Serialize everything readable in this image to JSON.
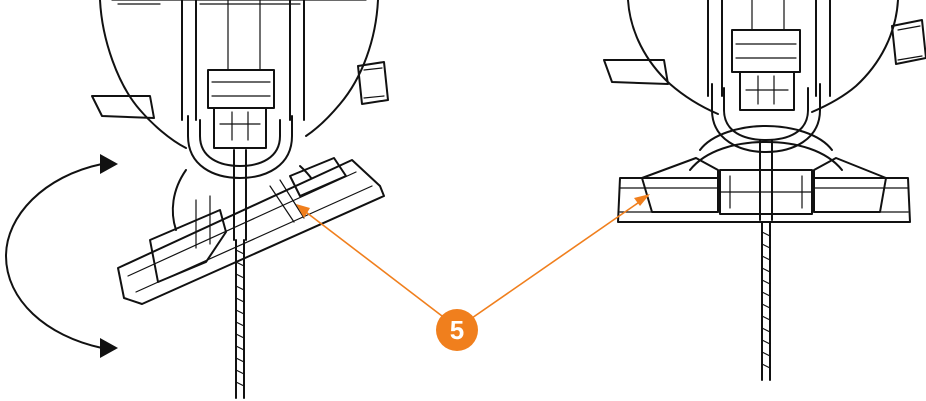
{
  "callout": {
    "number": "5",
    "color": "#f07f1d"
  },
  "icons": {
    "rotation": "curved-double-arrow-icon"
  },
  "views": [
    {
      "name": "jigsaw-base-tilted-view"
    },
    {
      "name": "jigsaw-base-level-view"
    }
  ]
}
